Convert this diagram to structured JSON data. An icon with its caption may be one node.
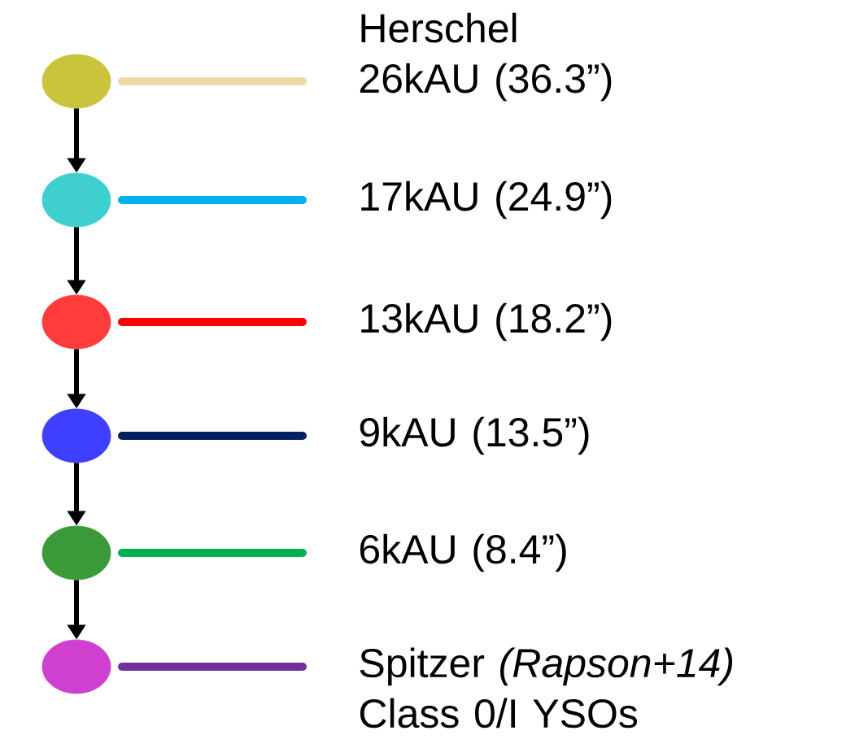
{
  "diagram": {
    "nodes": [
      {
        "text": [],
        "shape": "circle",
        "beside": [
          "Herschel 26kAU (36.3”)"
        ]
      },
      {
        "text": [],
        "shape": "circle",
        "beside": [
          "17kAU (24.9”)"
        ]
      },
      {
        "text": [],
        "shape": "circle",
        "beside": [
          "13kAU (18.2”)"
        ]
      },
      {
        "text": [],
        "shape": "circle",
        "beside": [
          "9kAU (13.5”)"
        ]
      },
      {
        "text": [],
        "shape": "circle",
        "beside": [
          "6kAU (8.4”)"
        ]
      },
      {
        "text": [],
        "shape": "circle",
        "beside": [
          "Spitzer *(Rapson+14)* Class 0/I YSOs"
        ]
      }
    ],
    "edges": [
      {
        "from": 0,
        "to": 1,
        "arrow": "to"
      },
      {
        "from": 1,
        "to": 2,
        "arrow": "to"
      },
      {
        "from": 2,
        "to": 3,
        "arrow": "to"
      },
      {
        "from": 3,
        "to": 4,
        "arrow": "to"
      },
      {
        "from": 4,
        "to": 5,
        "arrow": "to"
      }
    ]
  }
}
